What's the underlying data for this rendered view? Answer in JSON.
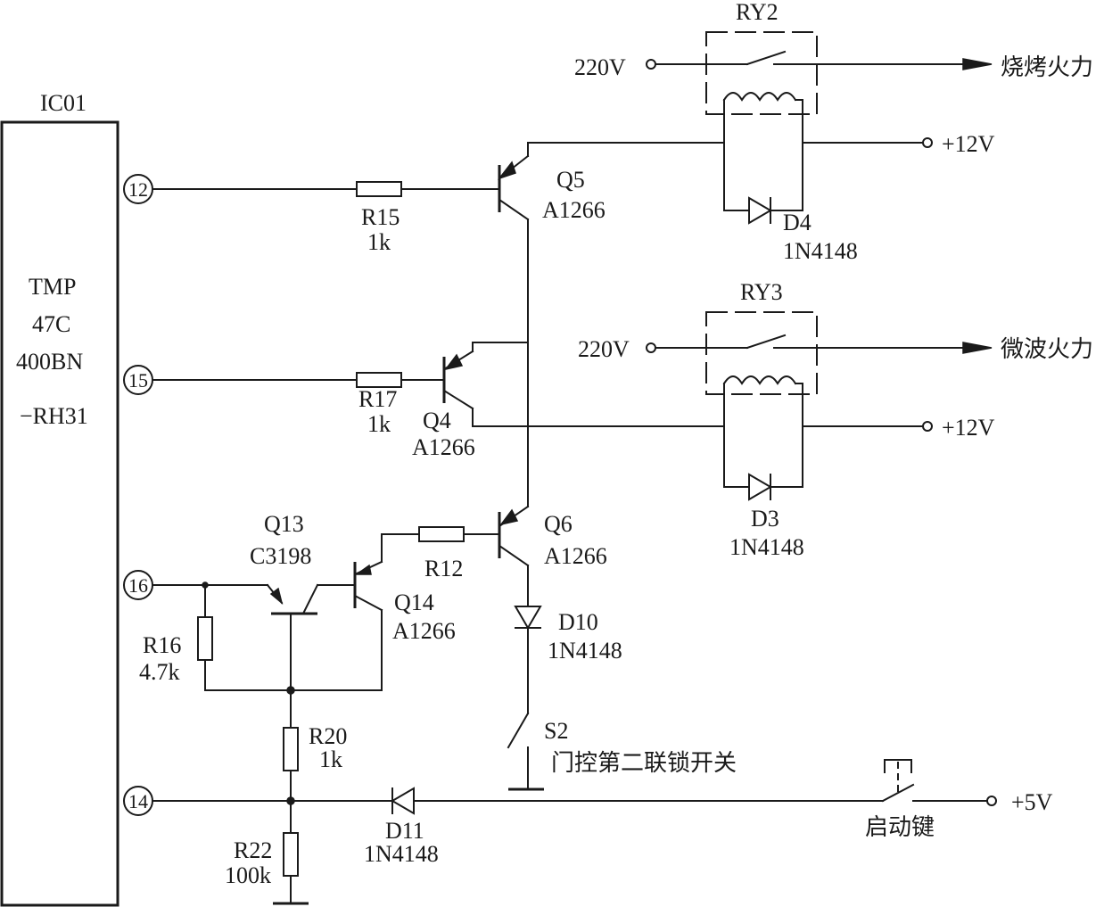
{
  "ic": {
    "name": "IC01",
    "part_line1": "TMP",
    "part_line2": "47C",
    "part_line3": "400BN",
    "part_line4": "−RH31"
  },
  "pins": {
    "p12": "12",
    "p15": "15",
    "p16": "16",
    "p14": "14"
  },
  "resistors": {
    "r15": {
      "ref": "R15",
      "value": "1k"
    },
    "r17": {
      "ref": "R17",
      "value": "1k"
    },
    "r12": {
      "ref": "R12"
    },
    "r16": {
      "ref": "R16",
      "value": "4.7k"
    },
    "r20": {
      "ref": "R20",
      "value": "1k"
    },
    "r22": {
      "ref": "R22",
      "value": "100k"
    }
  },
  "transistors": {
    "q5": {
      "ref": "Q5",
      "part": "A1266"
    },
    "q4": {
      "ref": "Q4",
      "part": "A1266"
    },
    "q6": {
      "ref": "Q6",
      "part": "A1266"
    },
    "q13": {
      "ref": "Q13",
      "part": "C3198"
    },
    "q14": {
      "ref": "Q14",
      "part": "A1266"
    }
  },
  "diodes": {
    "d4": {
      "ref": "D4",
      "part": "1N4148"
    },
    "d3": {
      "ref": "D3",
      "part": "1N4148"
    },
    "d10": {
      "ref": "D10",
      "part": "1N4148"
    },
    "d11": {
      "ref": "D11",
      "part": "1N4148"
    }
  },
  "relays": {
    "ry2": {
      "ref": "RY2",
      "input": "220V",
      "output": "烧烤火力",
      "supply": "+12V"
    },
    "ry3": {
      "ref": "RY3",
      "input": "220V",
      "output": "微波火力",
      "supply": "+12V"
    }
  },
  "switches": {
    "s2": {
      "ref": "S2",
      "desc": "门控第二联锁开关"
    },
    "start": {
      "label": "启动键",
      "supply": "+5V"
    }
  },
  "colors": {
    "ink": "#1a1a1a",
    "paper": "#ffffff"
  }
}
